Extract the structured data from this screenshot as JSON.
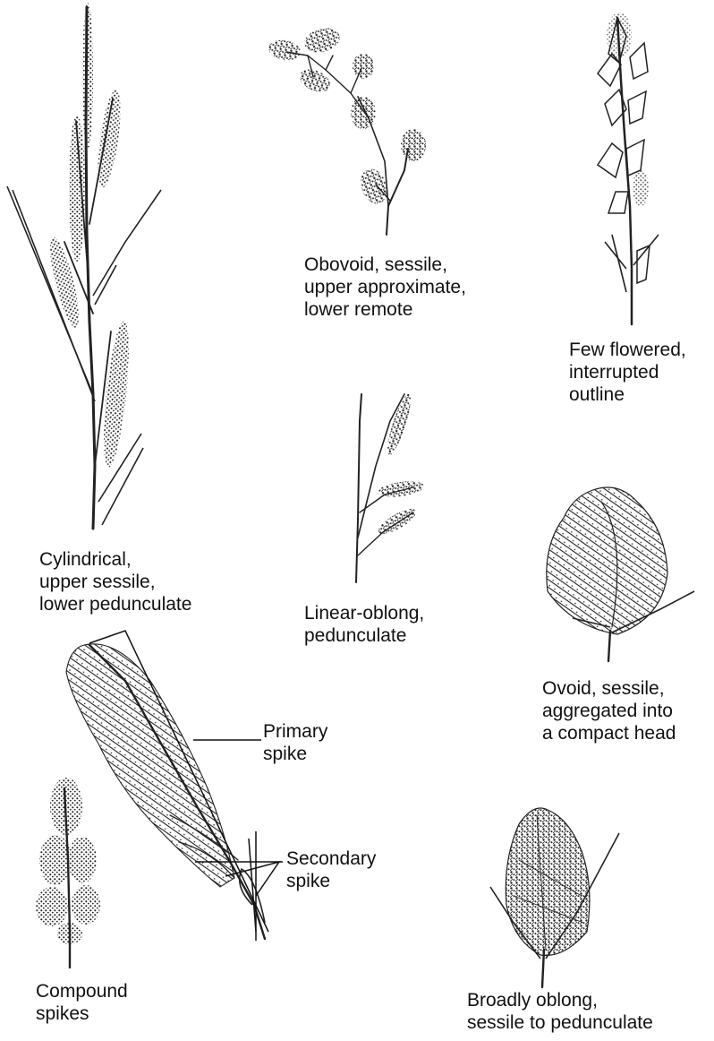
{
  "labels": {
    "cylindrical": [
      "Cylindrical,",
      "upper sessile,",
      "lower pedunculate"
    ],
    "obovoid": [
      "Obovoid, sessile,",
      "upper approximate,",
      "lower remote"
    ],
    "few_flowered": [
      "Few flowered,",
      "interrupted",
      "outline"
    ],
    "linear_oblong": [
      "Linear-oblong,",
      "pedunculate"
    ],
    "ovoid": [
      "Ovoid, sessile,",
      "aggregated into",
      "a compact head"
    ],
    "primary_spike": [
      "Primary",
      "spike"
    ],
    "secondary_spike": [
      "Secondary",
      "spike"
    ],
    "compound": [
      "Compound",
      "spikes"
    ],
    "broadly_oblong": [
      "Broadly oblong,",
      "sessile to pedunculate"
    ]
  }
}
